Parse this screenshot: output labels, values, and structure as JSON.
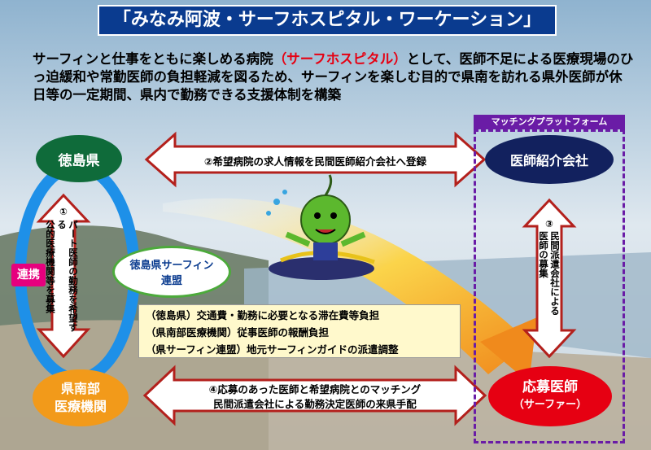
{
  "title": "「みなみ阿波・サーフホスピタル・ワーケーション」",
  "intro": {
    "part1": "サーフィンと仕事をともに楽しめる病院",
    "highlight": "（サーフホスピタル）",
    "part2": "として、医師不足による医療現場のひっ迫緩和や常勤医師の負担軽減を図るため、サーフィンを楽しむ目的で県南を訪れる県外医師が休日等の一定期間、県内で勤務できる支援体制を構築"
  },
  "platform_label": "マッチングプラットフォーム",
  "nodes": {
    "tokushima": "徳島県",
    "agency": "医師紹介会社",
    "hospital_line1": "県南部",
    "hospital_line2": "医療機関",
    "doctor_line1": "応募医師",
    "doctor_line2": "（サーファー）"
  },
  "renkei": "連携",
  "renmei": {
    "line1": "徳島県サーフィン",
    "line2": "連盟"
  },
  "step1": {
    "num": "①",
    "col1": "パート医師の勤務を希望する",
    "col2": "公的医療機関等を募集"
  },
  "step2": "②希望病院の求人情報を民間医師紹介会社へ登録",
  "step3": {
    "num": "③",
    "col1": "民間派遣会社による",
    "col2": "医師の募集"
  },
  "step4": {
    "line1": "④応募のあった医師と希望病院とのマッチング",
    "line2": "民間派遣会社による勤務決定医師の来県手配"
  },
  "costs": [
    "（徳島県）交通費・勤務に必要となる滞在費等負担",
    "（県南部医療機関）従事医師の報酬負担",
    "（県サーフィン連盟）地元サーフィンガイドの派遣調整"
  ],
  "colors": {
    "title_bg": "#0a3b8f",
    "green": "#0f6b3a",
    "navy": "#12215e",
    "orange": "#f29a1a",
    "red": "#e60012",
    "purple": "#6a1ca6",
    "arrow_red": "#b3201c",
    "blue_ring": "#1e90e8"
  }
}
